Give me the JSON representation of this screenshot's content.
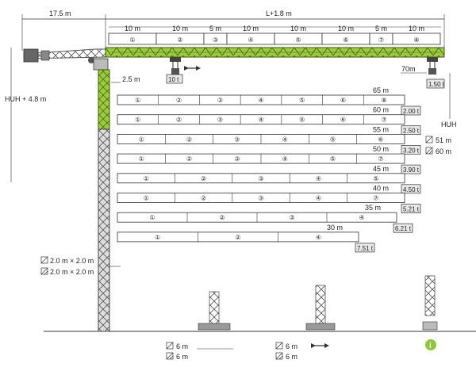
{
  "dims": {
    "counter_jib": "17.5 m",
    "jib_total": "L+1.8 m",
    "huh_plus": "HUH + 4.8 m",
    "huh": "HUH",
    "trolley_offset": "2.5 m",
    "tip_reach": "70m",
    "base_size_a": "2.0 m × 2.0 m",
    "base_size_b": "2.0 m × 2.0 m",
    "foot_a1": "6 m",
    "foot_a2": "6 m",
    "foot_b1": "6 m",
    "foot_b2": "6 m"
  },
  "jib_segments": [
    {
      "len": "10 m",
      "num": "①"
    },
    {
      "len": "10 m",
      "num": "②"
    },
    {
      "len": "5 m",
      "num": "③"
    },
    {
      "len": "10 m",
      "num": "④"
    },
    {
      "len": "10 m",
      "num": "⑤"
    },
    {
      "len": "10 m",
      "num": "⑥"
    },
    {
      "len": "5 m",
      "num": "⑦"
    },
    {
      "len": "10 m",
      "num": "⑧"
    }
  ],
  "loads": {
    "max": "10 t",
    "tip": "1.50 t"
  },
  "heights": {
    "h51": "51 m",
    "h60": "60 m"
  },
  "configs": [
    {
      "reach": "65 m",
      "load": "2.00 t",
      "segs": [
        "①",
        "②",
        "③",
        "④",
        "⑤",
        "⑥",
        "⑧"
      ]
    },
    {
      "reach": "60 m",
      "load": "2.50 t",
      "segs": [
        "①",
        "②",
        "③",
        "④",
        "⑤",
        "⑥",
        "⑦"
      ]
    },
    {
      "reach": "55 m",
      "load": "3.20 t",
      "segs": [
        "①",
        "②",
        "③",
        "④",
        "⑤",
        "⑥"
      ]
    },
    {
      "reach": "50 m",
      "load": "3.90 t",
      "segs": [
        "①",
        "②",
        "③",
        "④",
        "⑤",
        "⑦"
      ]
    },
    {
      "reach": "45 m",
      "load": "4.50 t",
      "segs": [
        "①",
        "②",
        "③",
        "④",
        "⑤"
      ]
    },
    {
      "reach": "40 m",
      "load": "5.21 t",
      "segs": [
        "①",
        "②",
        "③",
        "④",
        "⑦"
      ]
    },
    {
      "reach": "35 m",
      "load": "6.21 t",
      "segs": [
        "①",
        "②",
        "③",
        "④"
      ]
    },
    {
      "reach": "30 m",
      "load": "7.51 t",
      "segs": [
        "①",
        "②",
        "④"
      ]
    }
  ],
  "info_icon": "i",
  "colors": {
    "jib_green": "#9ccc3c",
    "steel": "#777777",
    "info": "#8dc63f"
  }
}
